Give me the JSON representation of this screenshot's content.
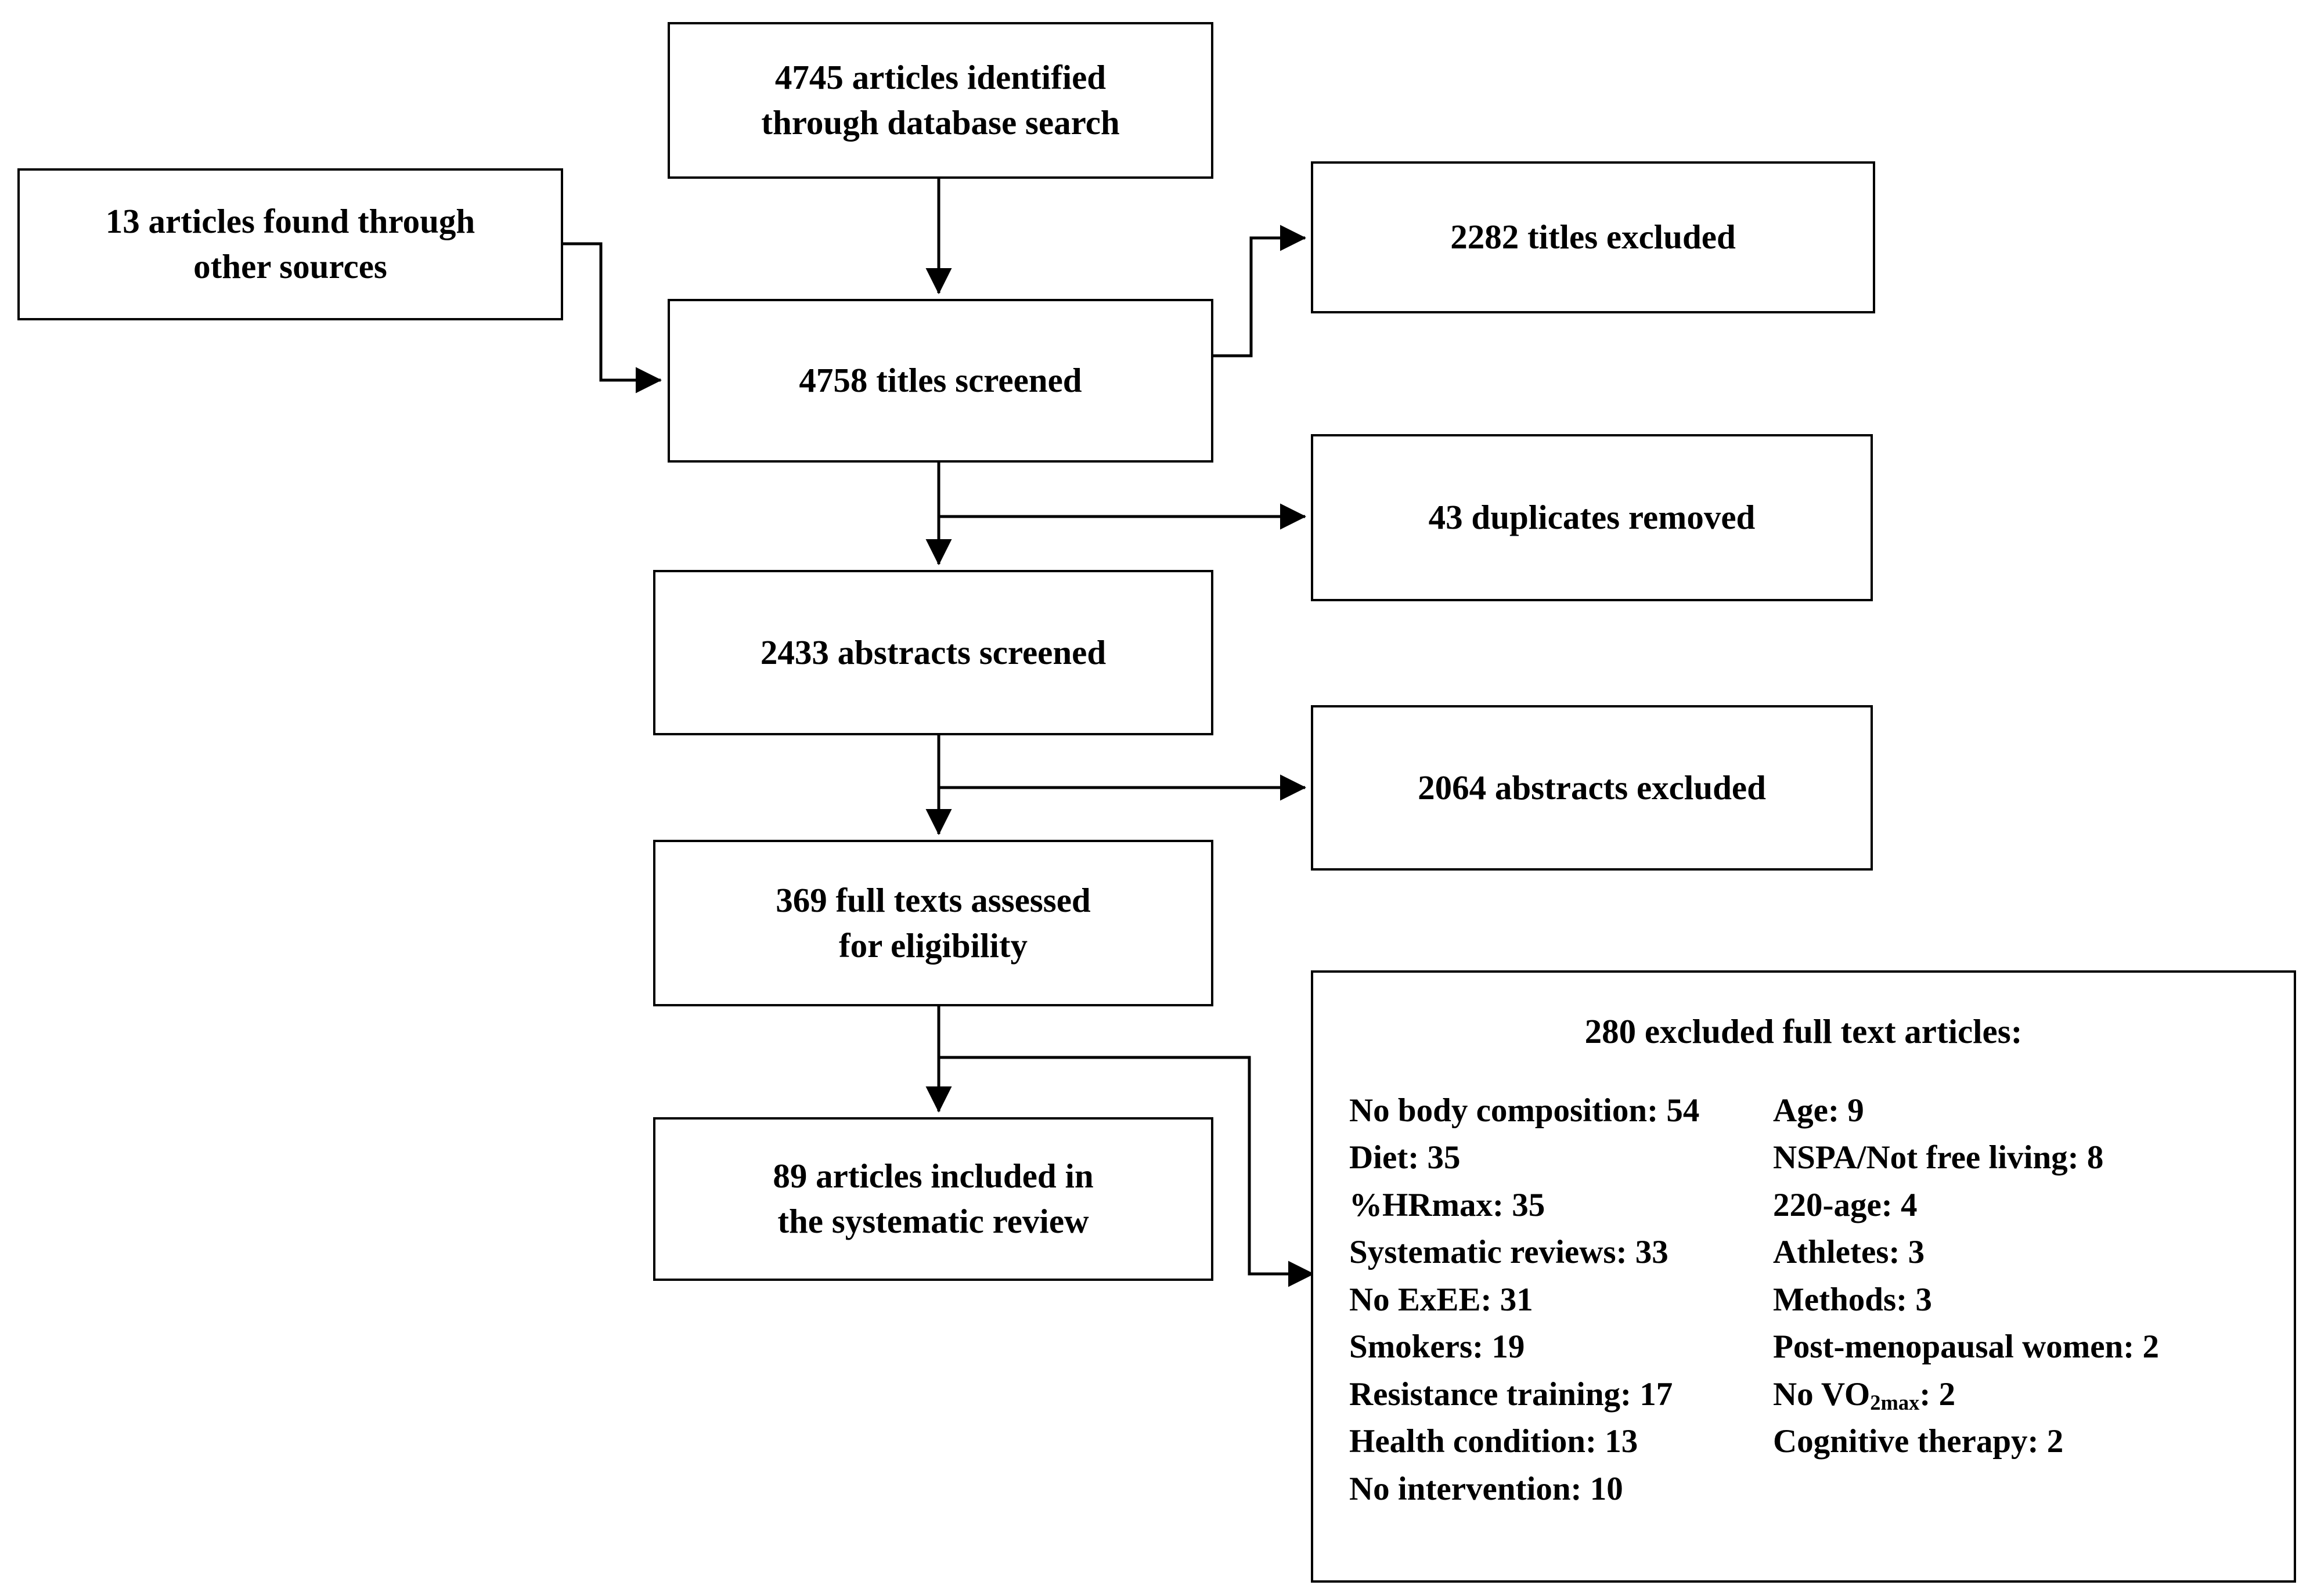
{
  "diagram": {
    "type": "prisma-flow-diagram",
    "nodes": {
      "identified": "4745 articles identified through database search",
      "identified_line1": "4745 articles identified",
      "identified_line2": "through database search",
      "other_sources_line1": "13 articles found through",
      "other_sources_line2": "other sources",
      "titles_screened": "4758 titles screened",
      "titles_excluded": "2282 titles excluded",
      "duplicates_removed": "43 duplicates removed",
      "abstracts_screened": "2433 abstracts screened",
      "abstracts_excluded": "2064 abstracts excluded",
      "fulltext_line1": "369 full texts assessed",
      "fulltext_line2": "for eligibility",
      "included_line1": "89 articles included in",
      "included_line2": "the systematic review"
    },
    "excluded_box": {
      "title": "280 excluded full text articles:",
      "left_column": [
        {
          "label": "No body composition",
          "count": "54",
          "text": "No body composition: 54"
        },
        {
          "label": "Diet",
          "count": "35",
          "text": "Diet: 35"
        },
        {
          "label": "%HRmax",
          "count": "35",
          "text": "%HRmax: 35"
        },
        {
          "label": "Systematic reviews",
          "count": "33",
          "text": "Systematic reviews: 33"
        },
        {
          "label": "No ExEE",
          "count": "31",
          "text": "No ExEE:  31"
        },
        {
          "label": "Smokers",
          "count": "19",
          "text": "Smokers: 19"
        },
        {
          "label": "Resistance training",
          "count": "17",
          "text": "Resistance training: 17"
        },
        {
          "label": "Health condition",
          "count": "13",
          "text": "Health condition: 13"
        },
        {
          "label": "No intervention",
          "count": "10",
          "text": "No intervention: 10"
        }
      ],
      "right_column": [
        {
          "label": "Age",
          "count": "9",
          "text": "Age: 9"
        },
        {
          "label": "NSPA/Not free living",
          "count": "8",
          "text": "NSPA/Not free living: 8"
        },
        {
          "label": "220-age",
          "count": "4",
          "text": "220-age: 4"
        },
        {
          "label": "Athletes",
          "count": "3",
          "text": "Athletes: 3"
        },
        {
          "label": "Methods",
          "count": "3",
          "text": "Methods: 3"
        },
        {
          "label": "Post-menopausal women",
          "count": "2",
          "text": "Post-menopausal women: 2"
        },
        {
          "label": "No VO2max",
          "count": "2",
          "text": "No VO",
          "subscript": "2max",
          "suffix": ": 2"
        },
        {
          "label": "Cognitive therapy",
          "count": "2",
          "text": "Cognitive therapy: 2"
        }
      ]
    },
    "colors": {
      "stroke": "#000000",
      "fill": "#ffffff",
      "text": "#000000"
    }
  }
}
